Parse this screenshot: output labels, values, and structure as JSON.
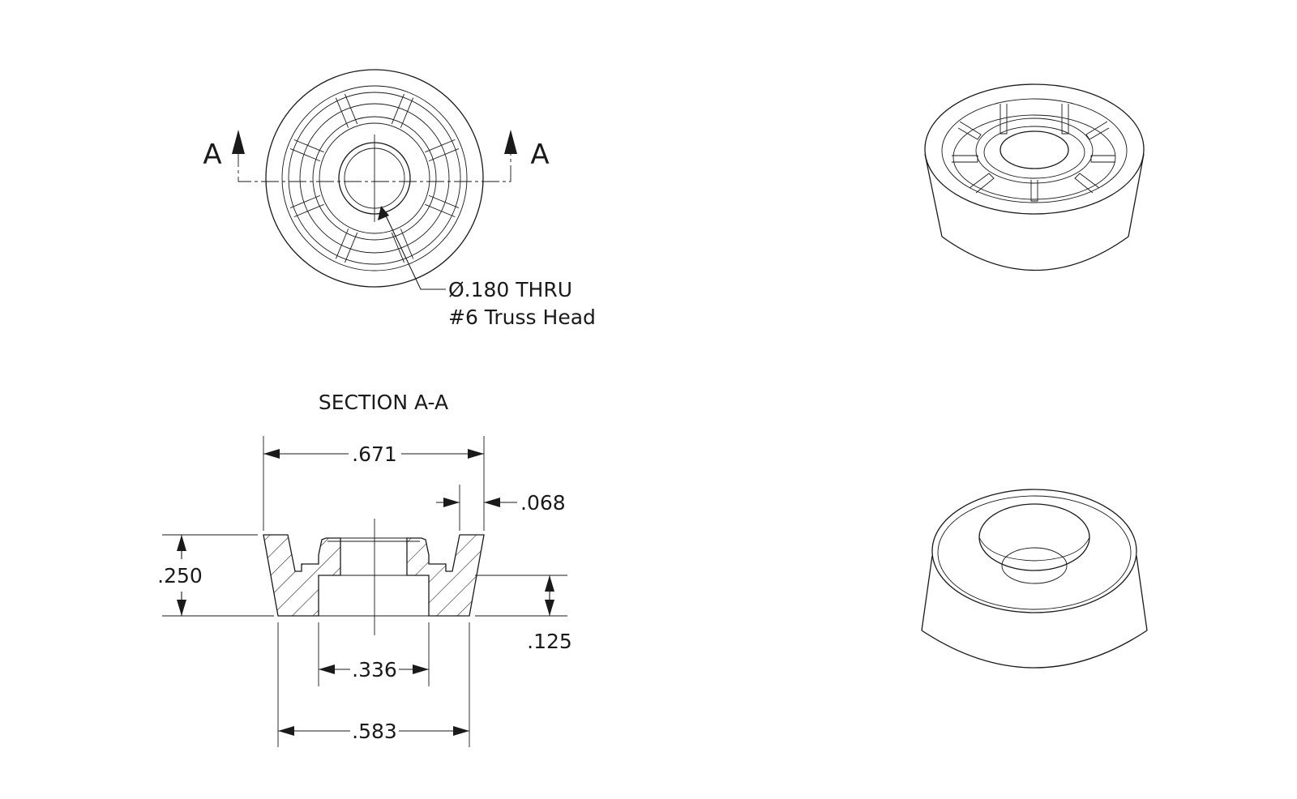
{
  "labels": {
    "section_marker_left": "A",
    "section_marker_right": "A",
    "section_title": "SECTION A-A",
    "hole_callout_line1": "Ø.180 THRU",
    "hole_callout_line2": "#6 Truss Head"
  },
  "dimensions": {
    "overall_top_width": ".671",
    "wall_thickness": ".068",
    "overall_height": ".250",
    "counterbore_depth": ".125",
    "counterbore_width": ".336",
    "base_width": ".583"
  },
  "views": {
    "top_view": "top-view",
    "section_view": "section-view",
    "iso_top": "isometric-view-top",
    "iso_bottom": "isometric-view-bottom"
  }
}
